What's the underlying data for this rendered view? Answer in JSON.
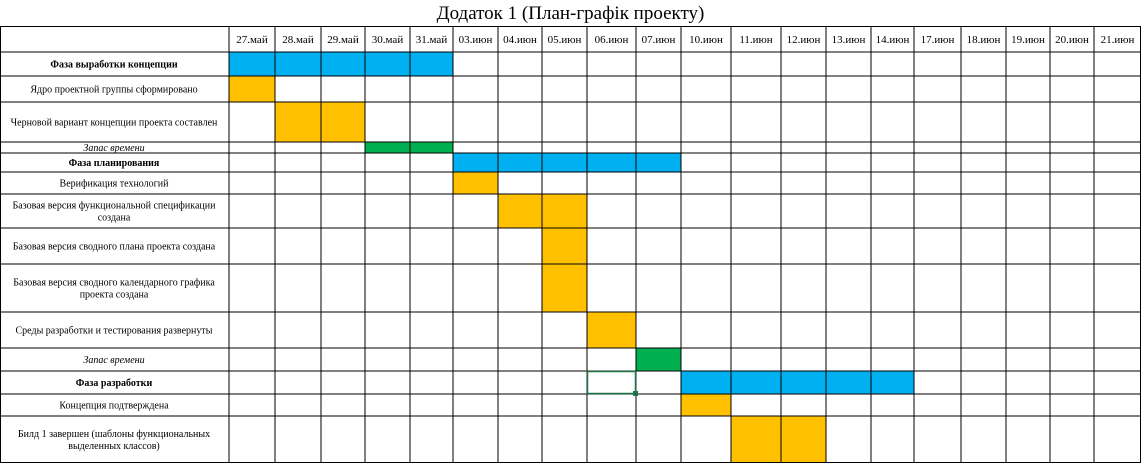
{
  "title": "Додаток 1 (План-графік проекту)",
  "chart_data": {
    "type": "table",
    "title": "Додаток 1 (План-графік проекту)",
    "dates": [
      "27.май",
      "28.май",
      "29.май",
      "30.май",
      "31.май",
      "03.июн",
      "04.июн",
      "05.июн",
      "06.июн",
      "07.июн",
      "10.июн",
      "11.июн",
      "12.июн",
      "13.июн",
      "14.июн",
      "17.июн",
      "18.июн",
      "19.июн",
      "20.июн",
      "21.июн"
    ],
    "tasks": [
      {
        "label": "Фаза выработки концепции",
        "style": "phase",
        "start": "27.май",
        "end": "31.май",
        "color": "#00b0f0"
      },
      {
        "label": "Ядро проектной группы сформировано",
        "style": "task",
        "start": "27.май",
        "end": "27.май",
        "color": "#ffc000"
      },
      {
        "label": "Черновой вариант концепции проекта составлен",
        "style": "task",
        "start": "28.май",
        "end": "29.май",
        "color": "#ffc000"
      },
      {
        "label": "Запас времени",
        "style": "buffer",
        "start": "30.май",
        "end": "31.май",
        "color": "#00b050"
      },
      {
        "label": "Фаза планирования",
        "style": "phase",
        "start": "03.июн",
        "end": "07.июн",
        "color": "#00b0f0"
      },
      {
        "label": "Верификация технологий",
        "style": "task",
        "start": "03.июн",
        "end": "03.июн",
        "color": "#ffc000"
      },
      {
        "label": "Базовая версия функциональной спецификации создана",
        "style": "task",
        "start": "04.июн",
        "end": "05.июн",
        "color": "#ffc000"
      },
      {
        "label": "Базовая версия сводного плана проекта создана",
        "style": "task",
        "start": "05.июн",
        "end": "05.июн",
        "color": "#ffc000"
      },
      {
        "label": "Базовая версия сводного календарного графика проекта создана",
        "style": "task",
        "start": "05.июн",
        "end": "05.июн",
        "color": "#ffc000"
      },
      {
        "label": "Среды разработки и тестирования развернуты",
        "style": "task",
        "start": "06.июн",
        "end": "06.июн",
        "color": "#ffc000"
      },
      {
        "label": "Запас времени",
        "style": "buffer",
        "start": "07.июн",
        "end": "07.июн",
        "color": "#00b050"
      },
      {
        "label": "Фаза разработки",
        "style": "phase",
        "start": "10.июн",
        "end": "14.июн",
        "color": "#00b0f0"
      },
      {
        "label": "Концепция подтверждена",
        "style": "task",
        "start": "10.июн",
        "end": "10.июн",
        "color": "#ffc000"
      },
      {
        "label": "Билд 1 завершен (шаблоны функциональных выделенных классов)",
        "style": "task",
        "start": "11.июн",
        "end": "12.июн",
        "color": "#ffc000"
      }
    ],
    "selected_cell": {
      "row": 11,
      "date": "06.июн",
      "color": "#217346"
    }
  }
}
